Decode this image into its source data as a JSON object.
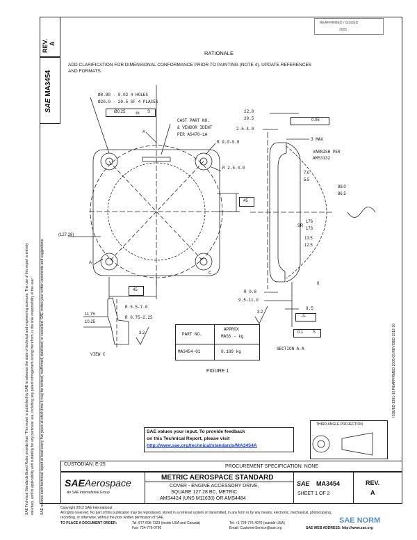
{
  "header": {
    "rev_label": "REV.",
    "rev_value": "A",
    "doc_number_side": "MA3454",
    "top_right_stamp_line1": "REAFFIRMED / ISSUED",
    "top_right_stamp_line2": "2005"
  },
  "rationale": {
    "heading": "RATIONALE",
    "text_line1": "ADD CLARIFICATION FOR DIMENSIONAL CONFORMANCE PRIOR TO PAINTING (NOTE 4).  UPDATE REFERENCES",
    "text_line2": "AND FORMATS."
  },
  "drawing": {
    "holes_1": "Ø8.80 - 9.02 4 HOLES",
    "holes_2": "Ø20.0 - 20.5 SF 4 PLACES",
    "tol_frame_1": "Ø0.25",
    "tol_frame_2": "Ⓜ",
    "tol_frame_3": "S",
    "cast_note_1": "CAST PART NO.",
    "cast_note_2": "& VENDOR IDENT",
    "cast_note_3": "PER AS478-1A",
    "r_9": "R 9.0-9.8",
    "r_25": "R 2.5-4.0",
    "dim_45": "45",
    "dim_127": "(127.28)",
    "dim_45b": "45",
    "label_a_top": "A",
    "label_a_bottom": "A",
    "label_c": "C",
    "dim_22": "22.0",
    "dim_205": "20.5",
    "dim_25_4": "2.5-4.0",
    "flat_005": "0.05",
    "max_3": "3 MAX",
    "varnish_1": "VARNISH PER",
    "varnish_2": "AMS3132",
    "r_70": "7.0",
    "r_55": "5.5",
    "r_880": "88.0",
    "r_865": "86.5",
    "sr_176": "176",
    "sr_173": "173",
    "sr_label": "SR",
    "r_135": "13.5",
    "r_125": "12.5",
    "r_08": "R 0.8",
    "dim_95_11": "9.5-11.0",
    "dim_95": "9.5",
    "box_3": "-3-",
    "dim_6": "6",
    "tol_01": "0.1",
    "tol_s": "S",
    "finish_32": "3.2",
    "r_55_70": "R 5.5-7.0",
    "r_075": "R 0.75-2.25",
    "dim_1175": "11.75",
    "dim_1025": "10.25",
    "finish_32b": "3.2",
    "view_c": "VIEW C",
    "section_aa": "SECTION A-A"
  },
  "mass_table": {
    "col1_header": "PART NO.",
    "col2_header_1": "APPROX",
    "col2_header_2": "MASS - kg",
    "part_no": "MA3454-01",
    "mass": "0.189 kg"
  },
  "figure_label": "FIGURE 1",
  "feedback": {
    "line1": "SAE values your input. To provide feedback",
    "line2": "on this Technical Report, please visit",
    "url": "http://www.sae.org/technical/standards/MA3454A"
  },
  "projection_label": "THIRD ANGLE PROJECTION",
  "right_edge_text": "ISSUED 1991-10     REAFFIRMED 2005-05     REVISED 2012-10",
  "left_edge_text_1": "SAE Technical Standards Board Rules provide that: \"This report is published by SAE to advance the state of technical and engineering sciences. The use of this report is entirely",
  "left_edge_text_2": "voluntary, and its applicability and suitability for any particular use, including any patent infringement arising therefrom, is the sole responsibility of the user.\"",
  "left_edge_text_3": "SAE reviews each technical report at least every five years at which time it may be revised, reaffirmed, stabilized, or cancelled. SAE invites your written comments and suggestions.",
  "custodian": "CUSTODIAN: E-25",
  "procurement": "PROCUREMENT SPECIFICATION: NONE",
  "title_block": {
    "logo_sae": "SAE",
    "logo_aero": "Aerospace",
    "logo_sub": "An SAE International Group",
    "std_title": "METRIC AEROSPACE STANDARD",
    "desc_1": "COVER - ENGINE ACCESSORY DRIVE,",
    "desc_2": "SQUARE 127.28 BC, METRIC",
    "desc_3": "AMS4424 (UNS M11630) OR AMS4484",
    "sae_small": "SAE",
    "doc_number": "MA3454",
    "sheet": "SHEET 1 OF 2",
    "rev_label": "REV.",
    "rev_value": "A"
  },
  "footer": {
    "copyright": "Copyright 2012 SAE International",
    "rights_1": "All rights reserved. No part of this publication may be reproduced, stored in a retrieval system or transmitted, in any form or by any means, electronic, mechanical, photocopying,",
    "rights_2": "recording, or otherwise, without the prior written permission of SAE.",
    "order": "TO PLACE A DOCUMENT ORDER:",
    "tel1": "Tel:  877-606-7323 (inside USA and Canada)",
    "tel2": "Tel:  +1 724-776-4970 (outside USA)",
    "fax": "Fax: 724-776-0790",
    "email": "Email: CustomerService@sae.org",
    "web": "SAE WEB ADDRESS:  http://www.sae.org",
    "watermark": "SAE NORM"
  }
}
